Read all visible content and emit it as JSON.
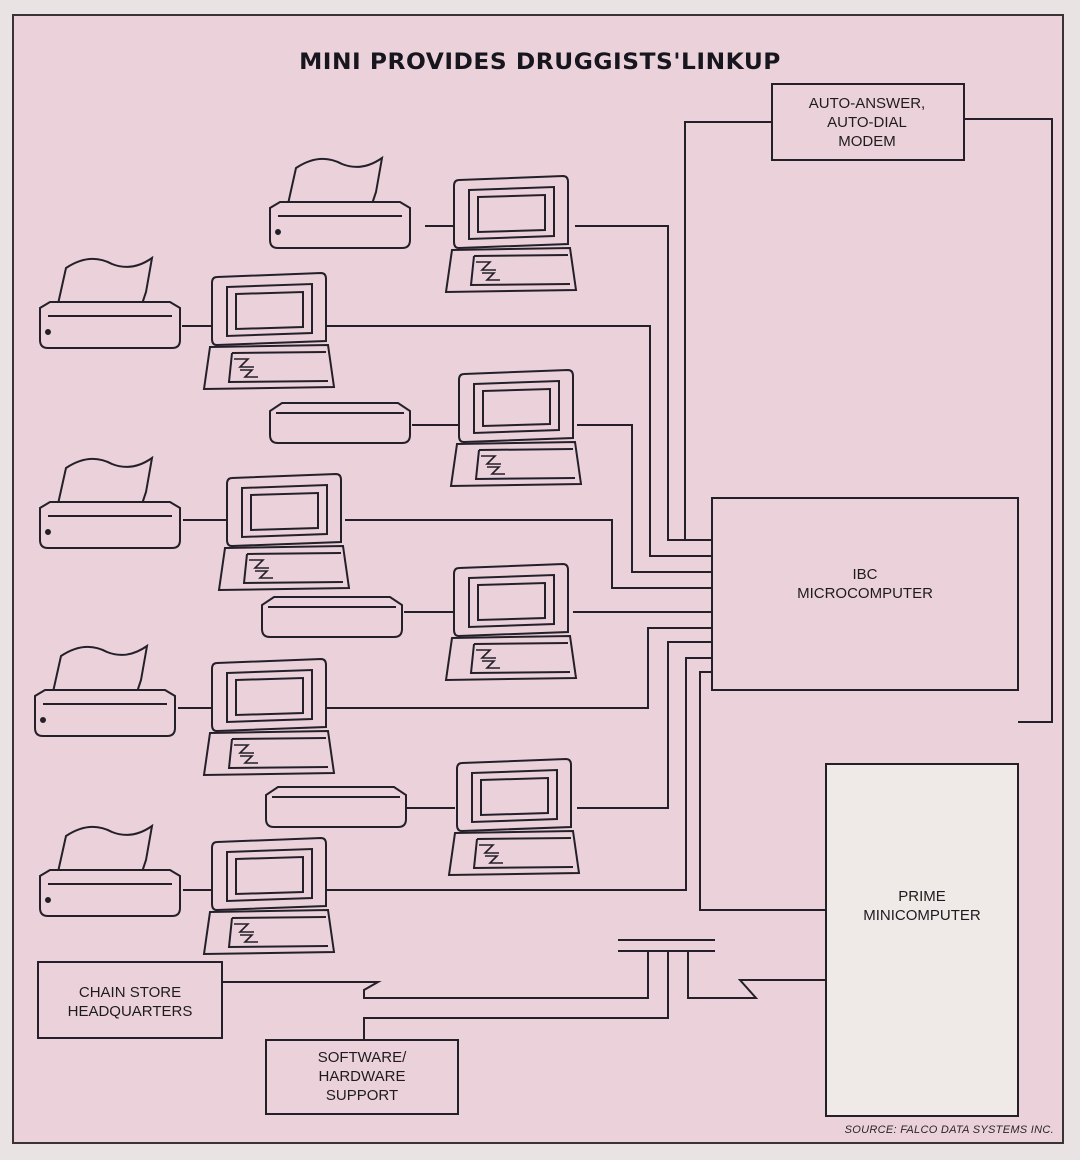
{
  "title": "MINI PROVIDES DRUGGISTS'LINKUP",
  "labels": {
    "modem": "AUTO-ANSWER,\nAUTO-DIAL\nMODEM",
    "ibc": "IBC\nMICROCOMPUTER",
    "prime": "PRIME\nMINICOMPUTER",
    "chain_store": "CHAIN STORE\nHEADQUARTERS",
    "support": "SOFTWARE/\nHARDWARE\nSUPPORT"
  },
  "source": "SOURCE: FALCO DATA SYSTEMS INC.",
  "colors": {
    "background": "#ebd2da",
    "ink": "#24202a",
    "prime_fill": "#efeae8"
  }
}
